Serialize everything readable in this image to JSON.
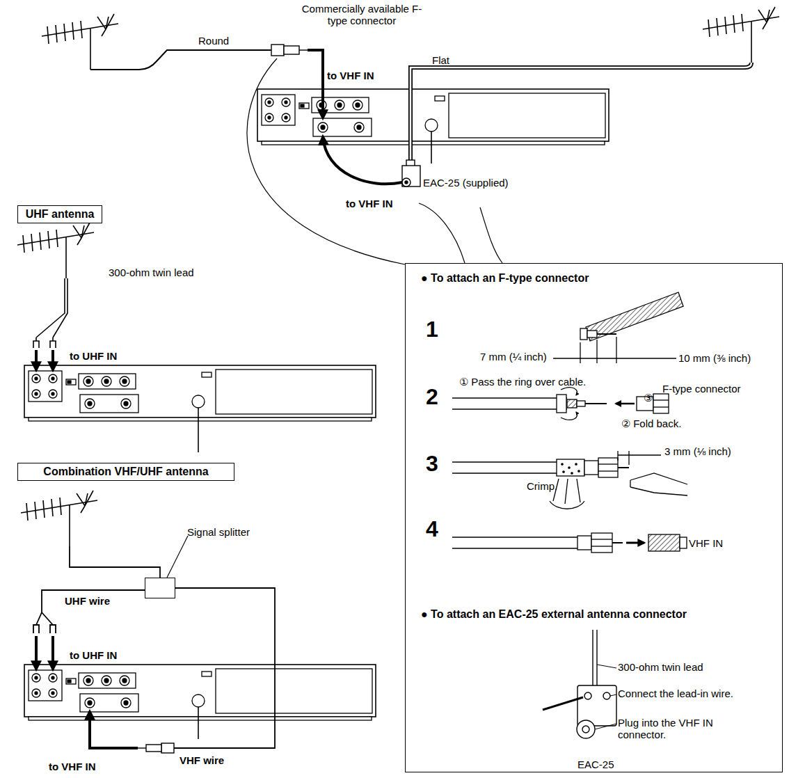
{
  "diagram": {
    "nodes": [
      {
        "text": [
          "UHF antenna"
        ]
      },
      {
        "text": [
          "Combination VHF/UHF antenna"
        ]
      },
      {
        "text": [
          "Signal splitter"
        ]
      },
      {
        "text": [
          "● To attach an F-type connector",
          "● To attach an EAC-25 external antenna connector"
        ]
      }
    ],
    "labels": [
      "Commercially available F-type connector",
      "Round",
      "to VHF IN",
      "Flat",
      "EAC-25 (supplied)",
      "to VHF IN",
      "300-ohm twin lead",
      "to UHF IN",
      "UHF wire",
      "to UHF IN",
      "VHF wire",
      "to VHF IN",
      "1",
      "7 mm (¼ inch)",
      "10 mm (⅜ inch)",
      "2",
      "① Pass the ring over cable.",
      "F-type connector",
      "③",
      "② Fold back.",
      "3",
      "3 mm (⅛ inch)",
      "Crimp.",
      "4",
      "VHF IN",
      "300-ohm twin lead",
      "Connect the lead-in wire.",
      "Plug into the VHF IN connector.",
      "EAC-25"
    ]
  }
}
